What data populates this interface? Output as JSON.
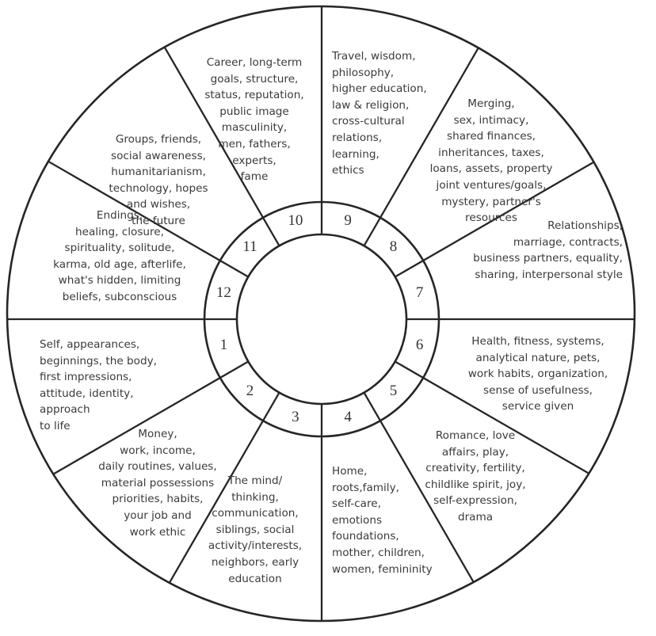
{
  "houses": [
    {
      "number": "1",
      "lines": [
        "Self, appearances,",
        "beginnings, the body,",
        "first impressions,",
        "attitude, identity,",
        "approach",
        "to  life"
      ]
    },
    {
      "number": "2",
      "lines": [
        "Money,",
        "work, income,",
        "daily routines, values,",
        "material possessions",
        "priorities, habits,",
        "your job and",
        "work ethic"
      ]
    },
    {
      "number": "3",
      "lines": [
        "The mind/",
        "thinking,",
        "communication,",
        "siblings, social",
        "activity/interests,",
        "neighbors, early",
        "education"
      ]
    },
    {
      "number": "4",
      "lines": [
        "Home,",
        "roots,family,",
        "self-care,",
        "emotions",
        "foundations,",
        "mother, children,",
        "women, femininity"
      ]
    },
    {
      "number": "5",
      "lines": [
        "Romance, love",
        "affairs, play,",
        "creativity, fertility,",
        "childlike spirit, joy,",
        "self-expression,",
        "drama"
      ]
    },
    {
      "number": "6",
      "lines": [
        "Health, fitness, systems,",
        "analytical nature, pets,",
        "work habits, organization,",
        "sense of usefulness,",
        "service given"
      ]
    },
    {
      "number": "7",
      "lines": [
        "Relationships,",
        "marriage, contracts,",
        "business partners, equality,",
        "sharing, interpersonal style"
      ]
    },
    {
      "number": "8",
      "lines": [
        "Merging,",
        "sex, intimacy,",
        "shared finances,",
        "inheritances, taxes,",
        "loans, assets, property",
        "joint ventures/goals,",
        "mystery, partner's",
        "resources"
      ]
    },
    {
      "number": "9",
      "lines": [
        "Travel, wisdom,",
        "philosophy,",
        "higher education,",
        "law & religion,",
        "cross-cultural",
        "relations,",
        "learning,",
        "ethics"
      ]
    },
    {
      "number": "10",
      "lines": [
        "Career, long-term",
        "goals, structure,",
        "status, reputation,",
        "public image",
        "masculinity,",
        "men, fathers,",
        "experts,",
        "fame"
      ]
    },
    {
      "number": "11",
      "lines": [
        "Groups, friends,",
        "social awareness,",
        "humanitarianism,",
        "technology, hopes",
        "and wishes,",
        "the future"
      ]
    },
    {
      "number": "12",
      "lines": [
        "Endings,",
        "healing, closure,",
        "spirituality, solitude,",
        "karma, old age, afterlife,",
        "what's hidden, limiting",
        "beliefs, subconscious"
      ]
    }
  ],
  "colors": {
    "line": "#262626",
    "text": "#3a3a3a"
  }
}
